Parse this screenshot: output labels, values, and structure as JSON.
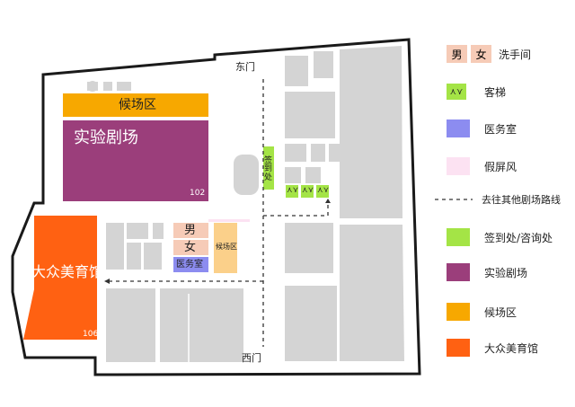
{
  "map": {
    "labels": {
      "east_gate": "东门",
      "west_gate": "西门",
      "waiting_area_large": "候场区",
      "experimental_theater": "实验剧场",
      "room_102": "102",
      "public_arts_hall": "大众美育馆",
      "room_106": "106",
      "male": "男",
      "female": "女",
      "medical_room": "医务室",
      "waiting_area_small": "候场区",
      "sign_in": "签到处"
    },
    "colors": {
      "theater": "#9B3E7B",
      "waiting": "#F7A800",
      "arts_hall": "#FF6112",
      "restroom": "#F6CBB7",
      "medical": "#8C8CF0",
      "sign_in": "#A4E446",
      "screen": "#FCE2F2",
      "elevator": "#A4E446",
      "wall": "#1A1A1A",
      "block": "#D4D4D4"
    },
    "elevator_icon": "elevator-up-down-icon",
    "elevator_glyph": "⋏⋎"
  },
  "legend": {
    "items": [
      {
        "name": "restroom",
        "male": "男",
        "female": "女",
        "label": "洗手间"
      },
      {
        "name": "elevator",
        "label": "客梯"
      },
      {
        "name": "medical-room",
        "label": "医务室"
      },
      {
        "name": "screen",
        "label": "假屏风"
      },
      {
        "name": "route",
        "label": "去往其他剧场路线"
      },
      {
        "name": "sign-in",
        "label": "签到处/咨询处"
      },
      {
        "name": "theater",
        "label": "实验剧场"
      },
      {
        "name": "waiting",
        "label": "候场区"
      },
      {
        "name": "arts-hall",
        "label": "大众美育馆"
      }
    ]
  }
}
